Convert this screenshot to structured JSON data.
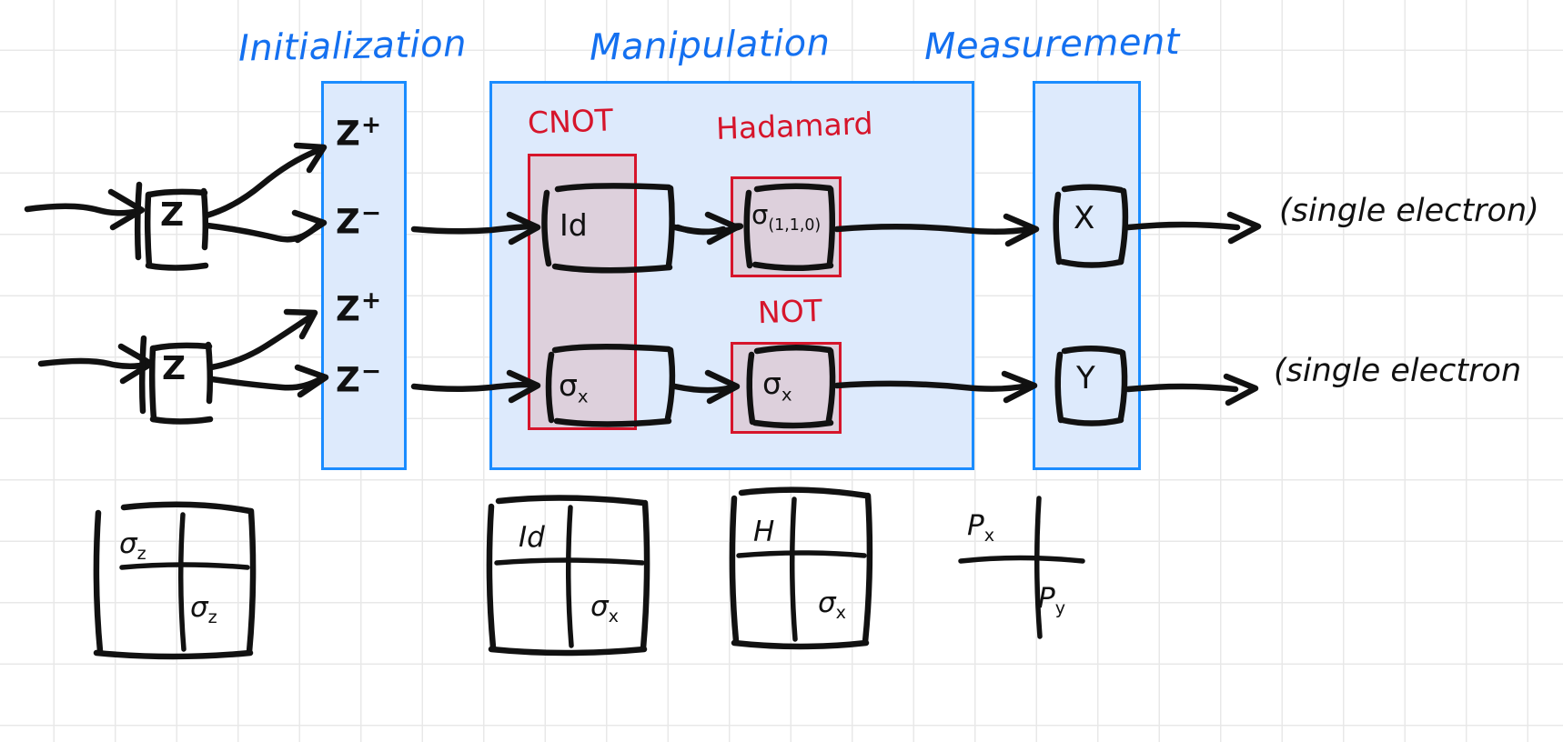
{
  "diagram": {
    "title": "Quantum circuit: Initialization / Manipulation / Measurement",
    "colors": {
      "stage_blue": "#1a8cff",
      "stage_fill": "#ddeafc",
      "group_red": "#d6152b",
      "group_fill": "#ddd0dc",
      "ink": "#111111",
      "grid": "#e8e8e8"
    }
  },
  "stages": [
    {
      "id": "initialization",
      "label": "Initialization"
    },
    {
      "id": "manipulation",
      "label": "Manipulation"
    },
    {
      "id": "measurement",
      "label": "Measurement"
    }
  ],
  "input_gates": [
    {
      "id": "z-gate-top",
      "label": "Z"
    },
    {
      "id": "z-gate-bottom",
      "label": "Z"
    }
  ],
  "init_states": [
    {
      "id": "state-top-plus",
      "base": "Z",
      "sign": "+"
    },
    {
      "id": "state-top-minus",
      "base": "Z",
      "sign": "−"
    },
    {
      "id": "state-bottom-plus",
      "base": "Z",
      "sign": "+"
    },
    {
      "id": "state-bottom-minus",
      "base": "Z",
      "sign": "−"
    }
  ],
  "groups": [
    {
      "id": "cnot",
      "label": "CNOT"
    },
    {
      "id": "hadamard",
      "label": "Hadamard"
    },
    {
      "id": "not",
      "label": "NOT"
    }
  ],
  "manipulation_gates": [
    {
      "id": "gate-id",
      "symbol": "Id",
      "subscript": ""
    },
    {
      "id": "gate-sigma-x-1",
      "symbol": "σ",
      "subscript": "x"
    },
    {
      "id": "gate-hadamard",
      "symbol": "σ",
      "subscript": "(1,1,0)"
    },
    {
      "id": "gate-sigma-x-2",
      "symbol": "σ",
      "subscript": "x"
    }
  ],
  "measurement_gates": [
    {
      "id": "measure-x",
      "label": "X"
    },
    {
      "id": "measure-y",
      "label": "Y"
    }
  ],
  "outputs": [
    {
      "id": "output-top",
      "label": "(single electron)"
    },
    {
      "id": "output-bottom",
      "label": "(single electron"
    }
  ],
  "matrices": [
    {
      "id": "matrix-initialization",
      "cells": [
        {
          "sym": "σ",
          "sub": "z",
          "pos": "tl"
        },
        {
          "sym": "σ",
          "sub": "z",
          "pos": "br"
        }
      ]
    },
    {
      "id": "matrix-cnot",
      "cells": [
        {
          "sym": "Id",
          "sub": "",
          "pos": "tl"
        },
        {
          "sym": "σ",
          "sub": "x",
          "pos": "br"
        }
      ]
    },
    {
      "id": "matrix-hadamard-not",
      "cells": [
        {
          "sym": "H",
          "sub": "",
          "pos": "tl"
        },
        {
          "sym": "σ",
          "sub": "x",
          "pos": "br"
        }
      ]
    },
    {
      "id": "matrix-measurement",
      "cells": [
        {
          "sym": "P",
          "sub": "x",
          "pos": "tl"
        },
        {
          "sym": "P",
          "sub": "y",
          "pos": "br"
        }
      ]
    }
  ]
}
